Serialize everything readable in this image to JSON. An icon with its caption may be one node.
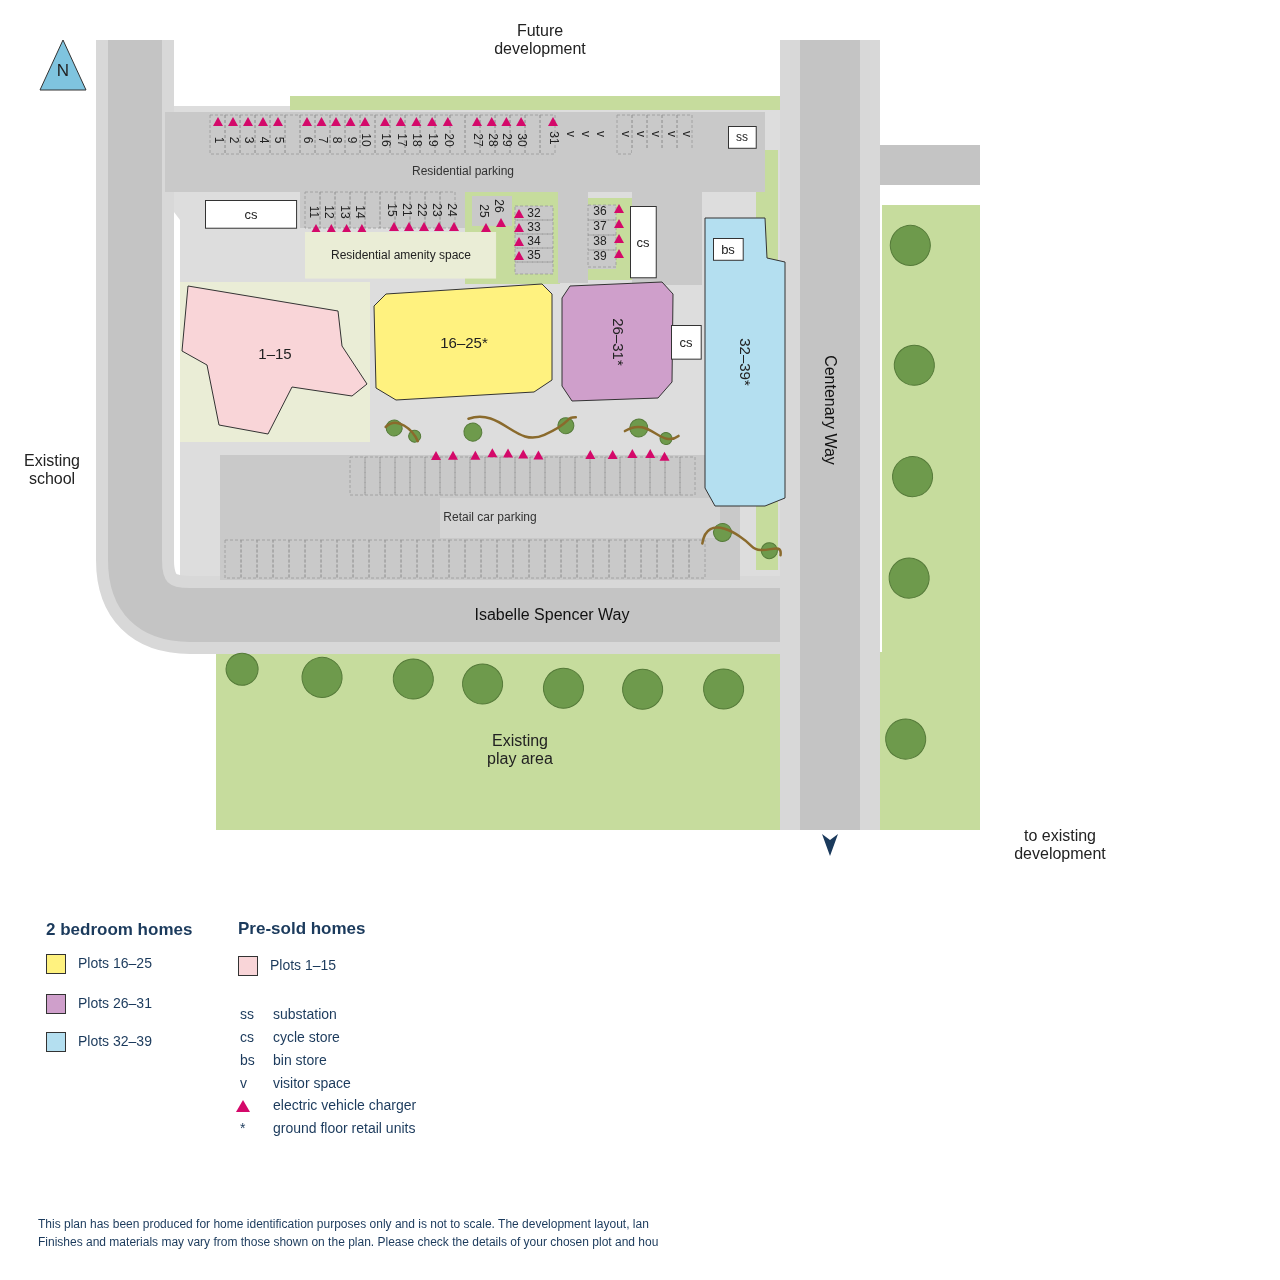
{
  "diagram": {
    "nodes": [
      {
        "text": [
          "N"
        ]
      },
      {
        "text": [
          "ss"
        ]
      },
      {
        "text": [
          "cs"
        ]
      },
      {
        "text": [
          "cs"
        ]
      },
      {
        "text": [
          "Residential amenity space"
        ]
      },
      {
        "text": [
          "16–25*"
        ]
      },
      {
        "text": [
          "26–31*"
        ]
      },
      {
        "text": [
          "1–15"
        ]
      },
      {
        "text": [
          "32–39*"
        ]
      },
      {
        "text": [
          "bs"
        ],
        "in": 8
      },
      {
        "text": [
          "cs"
        ]
      }
    ],
    "labels": [
      "Future development",
      "Existing school",
      "Existing play area",
      "to existing development",
      "Residential parking",
      "Retail car parking",
      "Isabelle Spencer Way",
      "Centenary Way",
      "1",
      "2",
      "3",
      "4",
      "5",
      "6",
      "7",
      "8",
      "9",
      "10",
      "11",
      "12",
      "13",
      "14",
      "15",
      "16",
      "17",
      "18",
      "19",
      "20",
      "21",
      "22",
      "23",
      "24",
      "25",
      "26",
      "27",
      "28",
      "29",
      "30",
      "31",
      "32",
      "33",
      "34",
      "35",
      "36",
      "37",
      "38",
      "39",
      "v",
      "v",
      "v",
      "v",
      "v",
      "v",
      "v",
      "v",
      "2 bedroom homes",
      "Pre-sold homes",
      "ss",
      "substation",
      "cs",
      "cycle store",
      "bs",
      "bin store",
      "v",
      "visitor space",
      "*",
      "ground floor retail units",
      "This plan has been produced for home identification purposes only and is not to scale. The development layout, lan",
      "Finishes and materials may vary from those shown on the plan. Please check the details of your chosen plot and hou"
    ],
    "legend": [
      {
        "text": "Plots 16–25",
        "color": "#fff27f"
      },
      {
        "text": "Plots 26–31",
        "color": "#cf9fcb"
      },
      {
        "text": "Plots 32–39",
        "color": "#b4dff0"
      },
      {
        "text": "Plots 1–15",
        "color": "#f9d5d8"
      },
      {
        "text": "electric vehicle charger"
      }
    ]
  }
}
